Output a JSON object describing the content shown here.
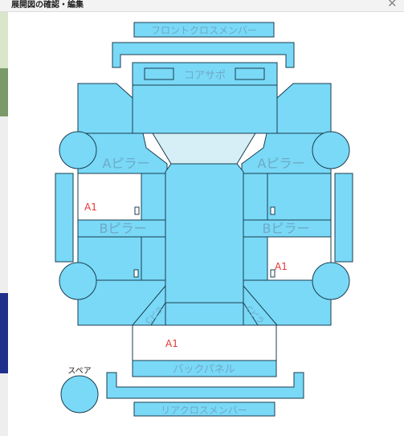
{
  "dialog": {
    "title": "展開図の確認・編集",
    "close_glyph": "✕"
  },
  "parts": {
    "front_cross_member": "フロントクロスメンバー",
    "core_support": "コアサポ",
    "a_pillar_left": "Aピラー",
    "a_pillar_right": "Aピラー",
    "b_pillar_left": "Bピラー",
    "b_pillar_right": "Bピラー",
    "c_pillar_left": "Cピラ",
    "c_pillar_right": "Cピラ",
    "back_panel": "バックパネル",
    "rear_cross_member": "リアクロスメンバー",
    "spare": "スペア"
  },
  "damage_marks": {
    "left_front_door": "A1",
    "right_rear_door": "A1",
    "trunk": "A1"
  },
  "colors": {
    "panel": "#79d9f7",
    "outline": "#1b3d4f",
    "label": "#6ea9c6",
    "damage": "#e53935",
    "windshield": "#d6eef5"
  }
}
